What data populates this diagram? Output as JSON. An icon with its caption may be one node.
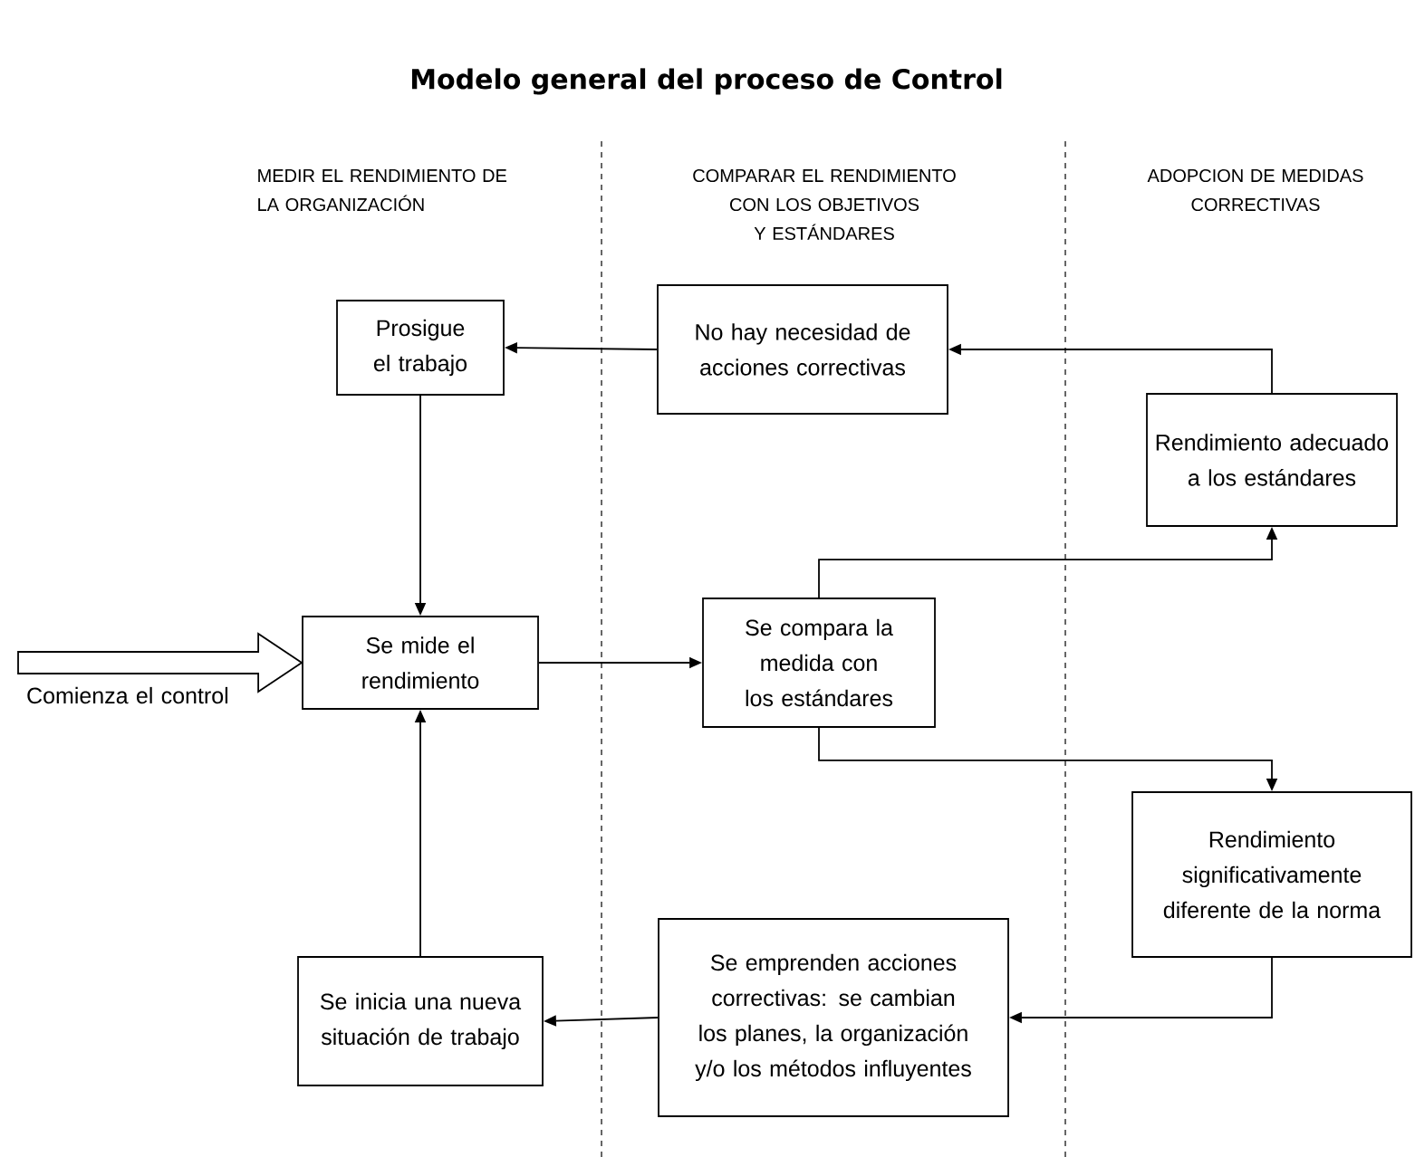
{
  "diagram": {
    "title": "Modelo general del proceso de Control",
    "nodes": [
      {
        "text": [
          "Prosigue el trabajo"
        ]
      },
      {
        "text": [
          "No hay necesidad de acciones correctivas"
        ]
      },
      {
        "text": [
          "Rendimiento adecuado a los estándares"
        ]
      },
      {
        "text": [
          "Se mide el rendimiento"
        ]
      },
      {
        "text": [
          "Comienza el control"
        ]
      },
      {
        "text": [
          "Se compara la medida con los estándares"
        ]
      },
      {
        "text": [
          "Rendimiento significativamente diferente de la norma"
        ]
      },
      {
        "text": [
          "Se inicia una nueva situación de trabajo"
        ]
      },
      {
        "text": [
          "Se emprenden acciones correctivas: se cambian los planes, la organización y/o los métodos influyentes"
        ]
      }
    ],
    "edges": [
      {
        "from": 1,
        "to": 0,
        "arrow": "to"
      },
      {
        "from": 2,
        "to": 1,
        "arrow": "to"
      },
      {
        "from": 0,
        "to": 3,
        "arrow": "to"
      },
      {
        "from": 3,
        "to": 5,
        "arrow": "to"
      },
      {
        "from": 5,
        "to": 2,
        "arrow": "to"
      },
      {
        "from": 5,
        "to": 6,
        "arrow": "to"
      },
      {
        "from": 6,
        "to": 8,
        "arrow": "to"
      },
      {
        "from": 8,
        "to": 7,
        "arrow": "to"
      },
      {
        "from": 7,
        "to": 3,
        "arrow": "to"
      },
      {
        "from": 4,
        "to": 3,
        "arrow": "to",
        "style": "thick"
      }
    ],
    "labels": [
      "MEDIR EL RENDIMIENTO DE LA ORGANIZACIÓN",
      "COMPARAR EL RENDIMIENTO CON LOS OBJETIVOS Y ESTÁNDARES",
      "ADOPCION DE MEDIDAS CORRECTIVAS"
    ]
  }
}
